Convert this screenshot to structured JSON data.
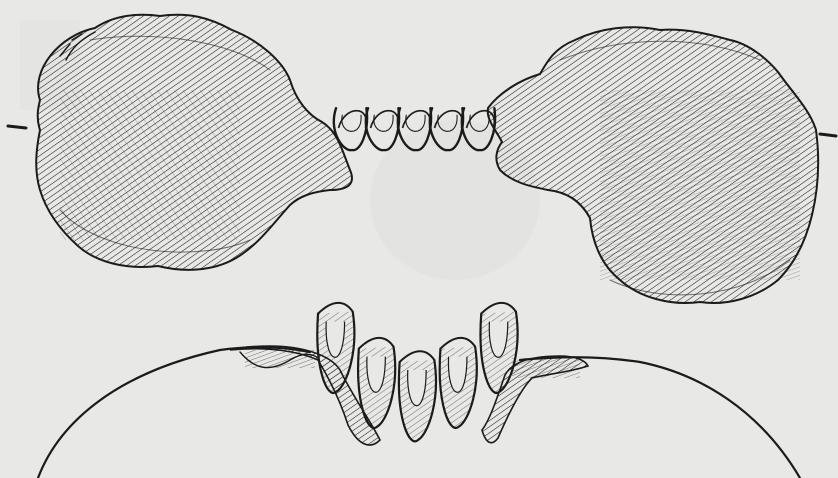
{
  "illustration": {
    "colors": {
      "paper": "#e8e8e6",
      "ink": "#1b1b1b",
      "bleed": "#dcdcda"
    },
    "top_figure": {
      "left_lobe": "hatched-blob",
      "right_lobe": "hatched-blob",
      "connector": "coil-spring",
      "coil_turns": 5
    },
    "bottom_figure": {
      "connector": "coil-spring",
      "coil_turns": 5,
      "surface": "curved-outline"
    }
  }
}
